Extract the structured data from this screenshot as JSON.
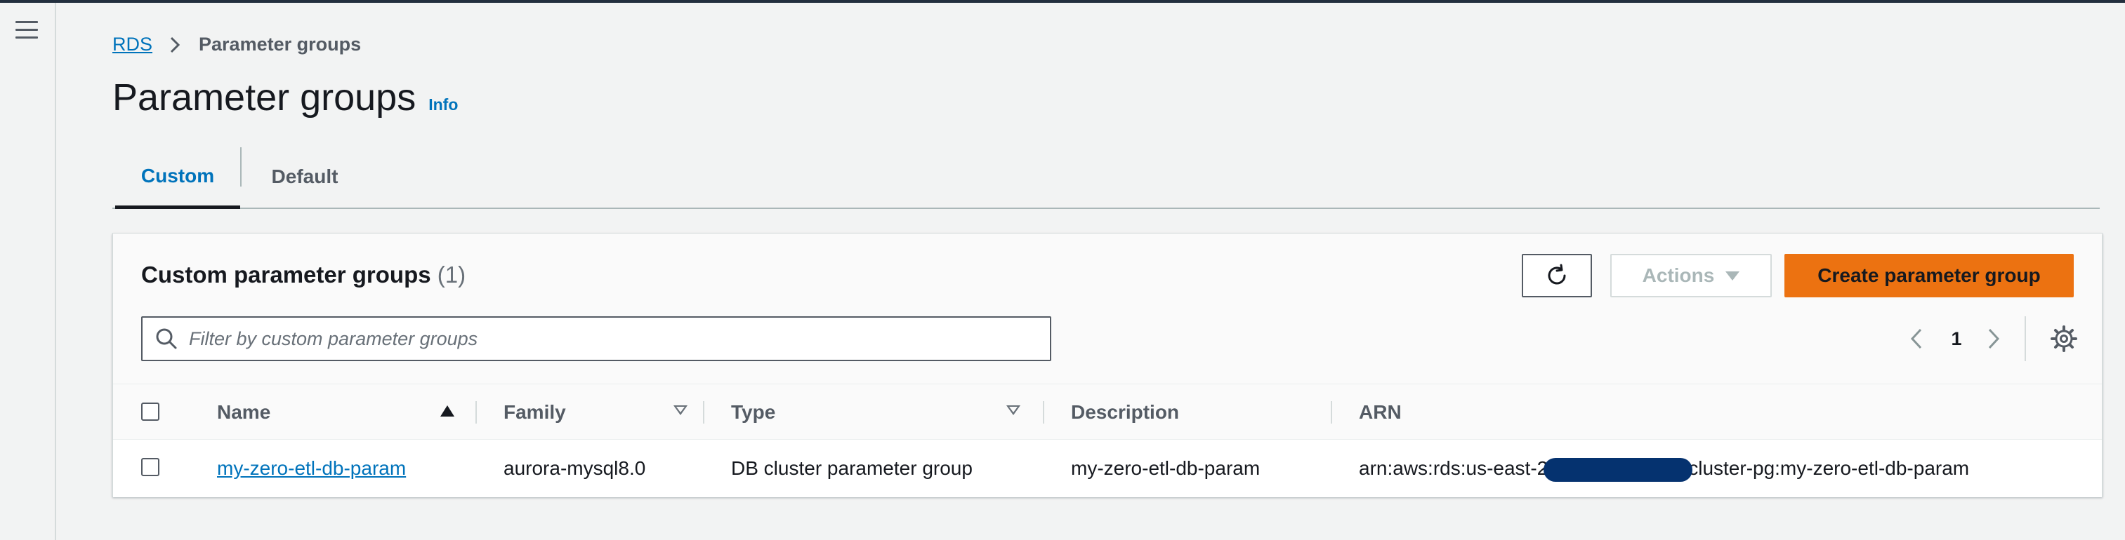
{
  "nav": {
    "menu_icon": "hamburger-menu-icon"
  },
  "breadcrumb": {
    "root": "RDS",
    "current": "Parameter groups",
    "separator_icon": "chevron-right-icon"
  },
  "page": {
    "title": "Parameter groups",
    "info": "Info"
  },
  "tabs": [
    {
      "label": "Custom",
      "active": true
    },
    {
      "label": "Default",
      "active": false
    }
  ],
  "panel": {
    "title": "Custom parameter groups",
    "count": "(1)",
    "refresh_icon": "refresh-icon",
    "actions_label": "Actions",
    "create_label": "Create parameter group",
    "search_placeholder": "Filter by custom parameter groups",
    "page_number": "1",
    "settings_icon": "gear-icon"
  },
  "table": {
    "columns": [
      "Name",
      "Family",
      "Type",
      "Description",
      "ARN"
    ],
    "rows": [
      {
        "name": "my-zero-etl-db-param",
        "family": "aurora-mysql8.0",
        "type": "DB cluster parameter group",
        "description": "my-zero-etl-db-param",
        "arn_prefix": "arn:aws:rds:us-east-2",
        "arn_suffix": "cluster-pg:my-zero-etl-db-param"
      }
    ]
  },
  "colors": {
    "accent": "#0073bb",
    "primary_button": "#ec7211",
    "redaction": "#05326f"
  }
}
